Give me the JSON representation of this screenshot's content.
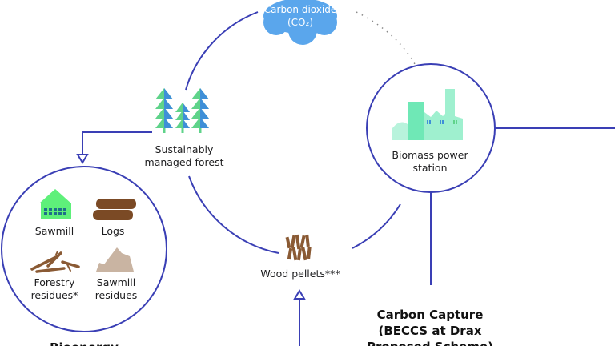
{
  "cloud": {
    "line1": "Carbon dioxide",
    "line2": "(CO₂)"
  },
  "forest": {
    "line1": "Sustainably",
    "line2": "managed forest"
  },
  "station": {
    "line1": "Biomass power",
    "line2": "station"
  },
  "pellets": {
    "label": "Wood pellets***"
  },
  "bioenergy": {
    "sawmill": "Sawmill",
    "logs": "Logs",
    "forestry_line1": "Forestry",
    "forestry_line2": "residues*",
    "residues_line1": "Sawmill",
    "residues_line2": "residues",
    "title": "Bioenergy"
  },
  "ccs": {
    "line1": "Carbon Capture",
    "line2": "(BECCS at Drax",
    "line3": "Proposed Scheme)"
  },
  "colors": {
    "line": "#3a3fb5",
    "cloud": "#5aa6ec",
    "tree_green": "#5fd38a",
    "tree_blue": "#3f8fd8",
    "wood": "#8a5a34",
    "factory": "#9ff0cf",
    "sand": "#c9b4a2"
  }
}
